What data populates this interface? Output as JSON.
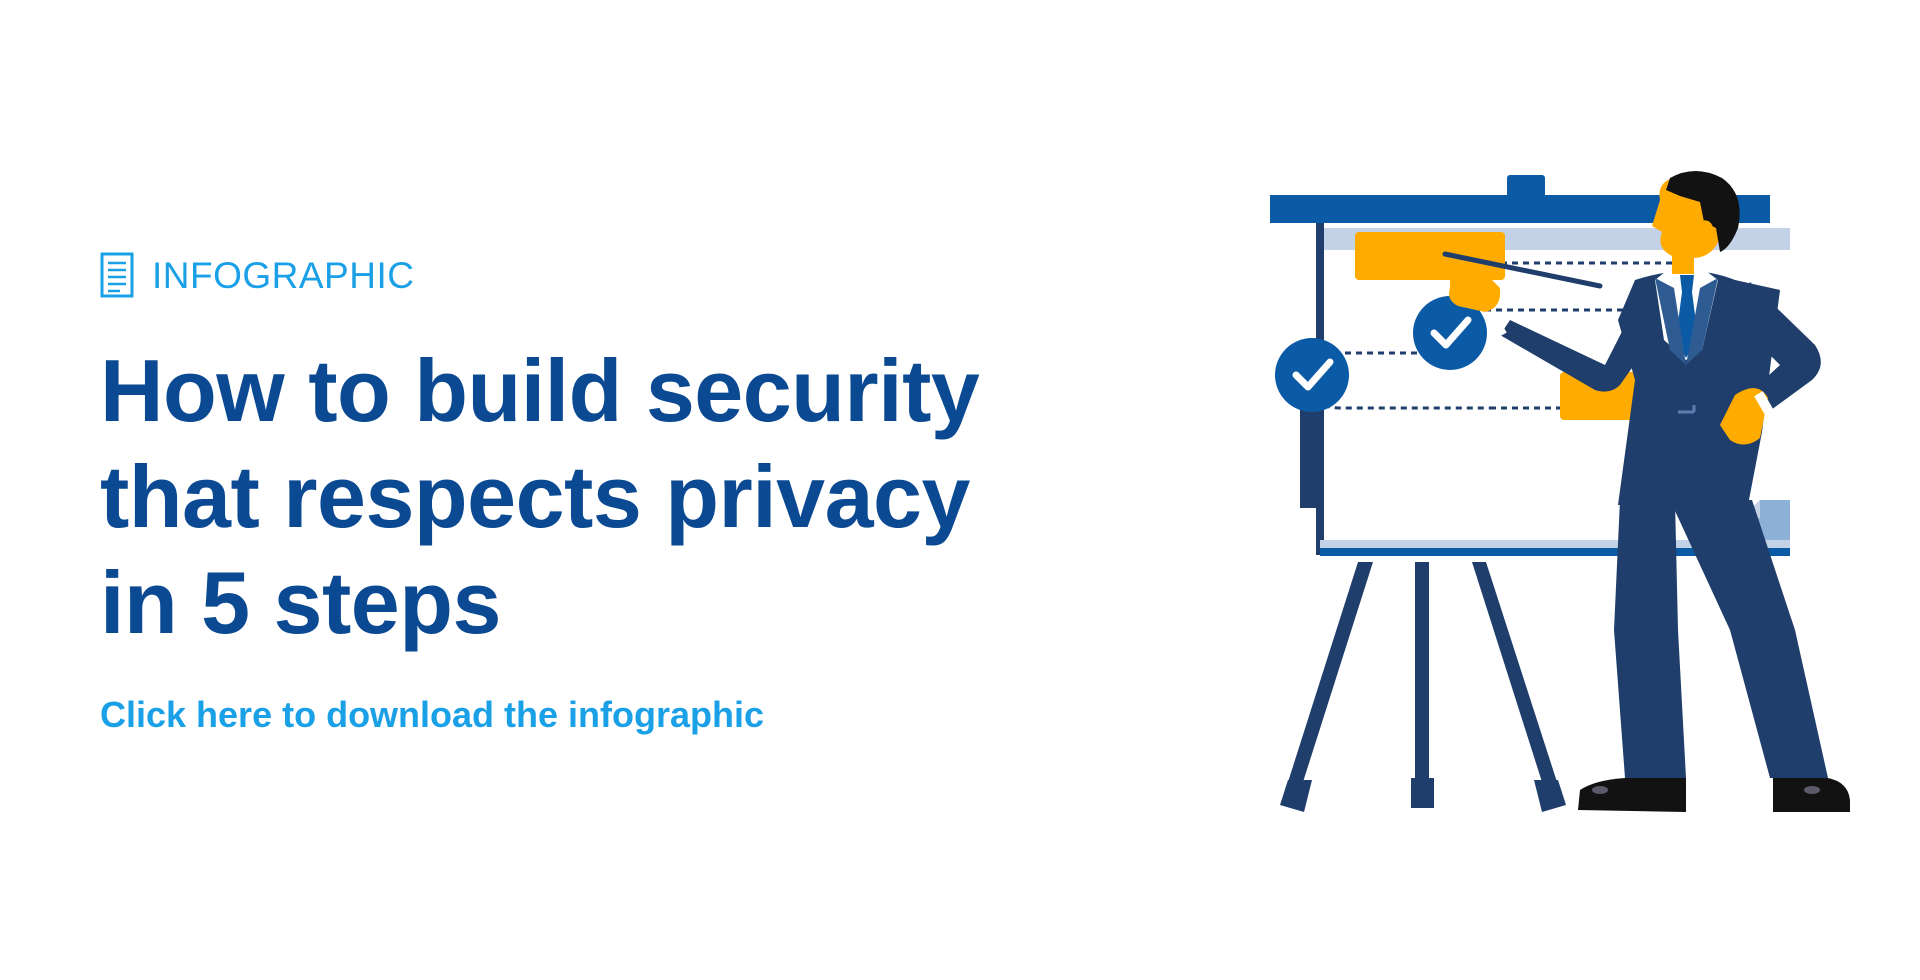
{
  "eyebrow": {
    "icon": "document-icon",
    "label": "INFOGRAPHIC"
  },
  "headline": {
    "lines": [
      "How to build security",
      "that respects privacy",
      "in 5 steps"
    ]
  },
  "cta": {
    "label": "Click here to download the infographic"
  },
  "illustration": {
    "subject": "presenter-pointing-at-board",
    "icons": [
      "check-icon",
      "check-icon"
    ]
  },
  "colors": {
    "heading": "#0b4a93",
    "accent": "#1aa0e6",
    "board_frame": "#0b5aa6",
    "card": "#ffab00",
    "suit": "#1f3e6c",
    "skin": "#ffab00"
  }
}
